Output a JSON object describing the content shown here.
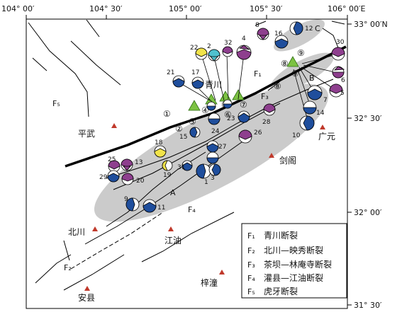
{
  "colors": {
    "fault": "#000000",
    "thin_fault": "#000000",
    "zone": "#c8c8c8",
    "triangle": "#7cc242",
    "city": "#c0392b",
    "strike_slip_dark": "#1f4e9c",
    "thrust_purple": "#8e3f8e",
    "cyan": "#4fc1cf",
    "yellow": "#f1e34a"
  },
  "axes": {
    "top_ticks": [
      "104° 00′",
      "104° 30′",
      "105° 00′",
      "105° 30′",
      "106° 00′E"
    ],
    "right_ticks": [
      "33° 00′N",
      "32° 30′",
      "32° 00′",
      "31° 30′"
    ]
  },
  "zones": [
    "A",
    "B",
    "C"
  ],
  "fault_labels": [
    "F₁",
    "F₂",
    "F₃",
    "F₄",
    "F₅"
  ],
  "cities": [
    "平武",
    "青川",
    "广元",
    "剑阁",
    "北川",
    "江油",
    "梓潼",
    "安县"
  ],
  "circled_numbers": [
    "①",
    "②",
    "③",
    "④",
    "⑤",
    "⑥",
    "⑦",
    "⑧",
    "⑨"
  ],
  "events": [
    "1",
    "2",
    "3",
    "4",
    "5",
    "6",
    "7",
    "8",
    "9",
    "10",
    "11",
    "12",
    "13",
    "14",
    "15",
    "16",
    "17",
    "18",
    "19",
    "20",
    "21",
    "22",
    "23",
    "24",
    "25",
    "26",
    "27",
    "28",
    "29",
    "30",
    "31",
    "32"
  ],
  "legend": [
    {
      "key": "F₁",
      "name": "青川断裂"
    },
    {
      "key": "F₂",
      "name": "北川—映秀断裂"
    },
    {
      "key": "F₃",
      "name": "茶坝—林庵寺断裂"
    },
    {
      "key": "F₄",
      "name": "灌县—江油断裂"
    },
    {
      "key": "F₅",
      "name": "虎牙断裂"
    }
  ]
}
